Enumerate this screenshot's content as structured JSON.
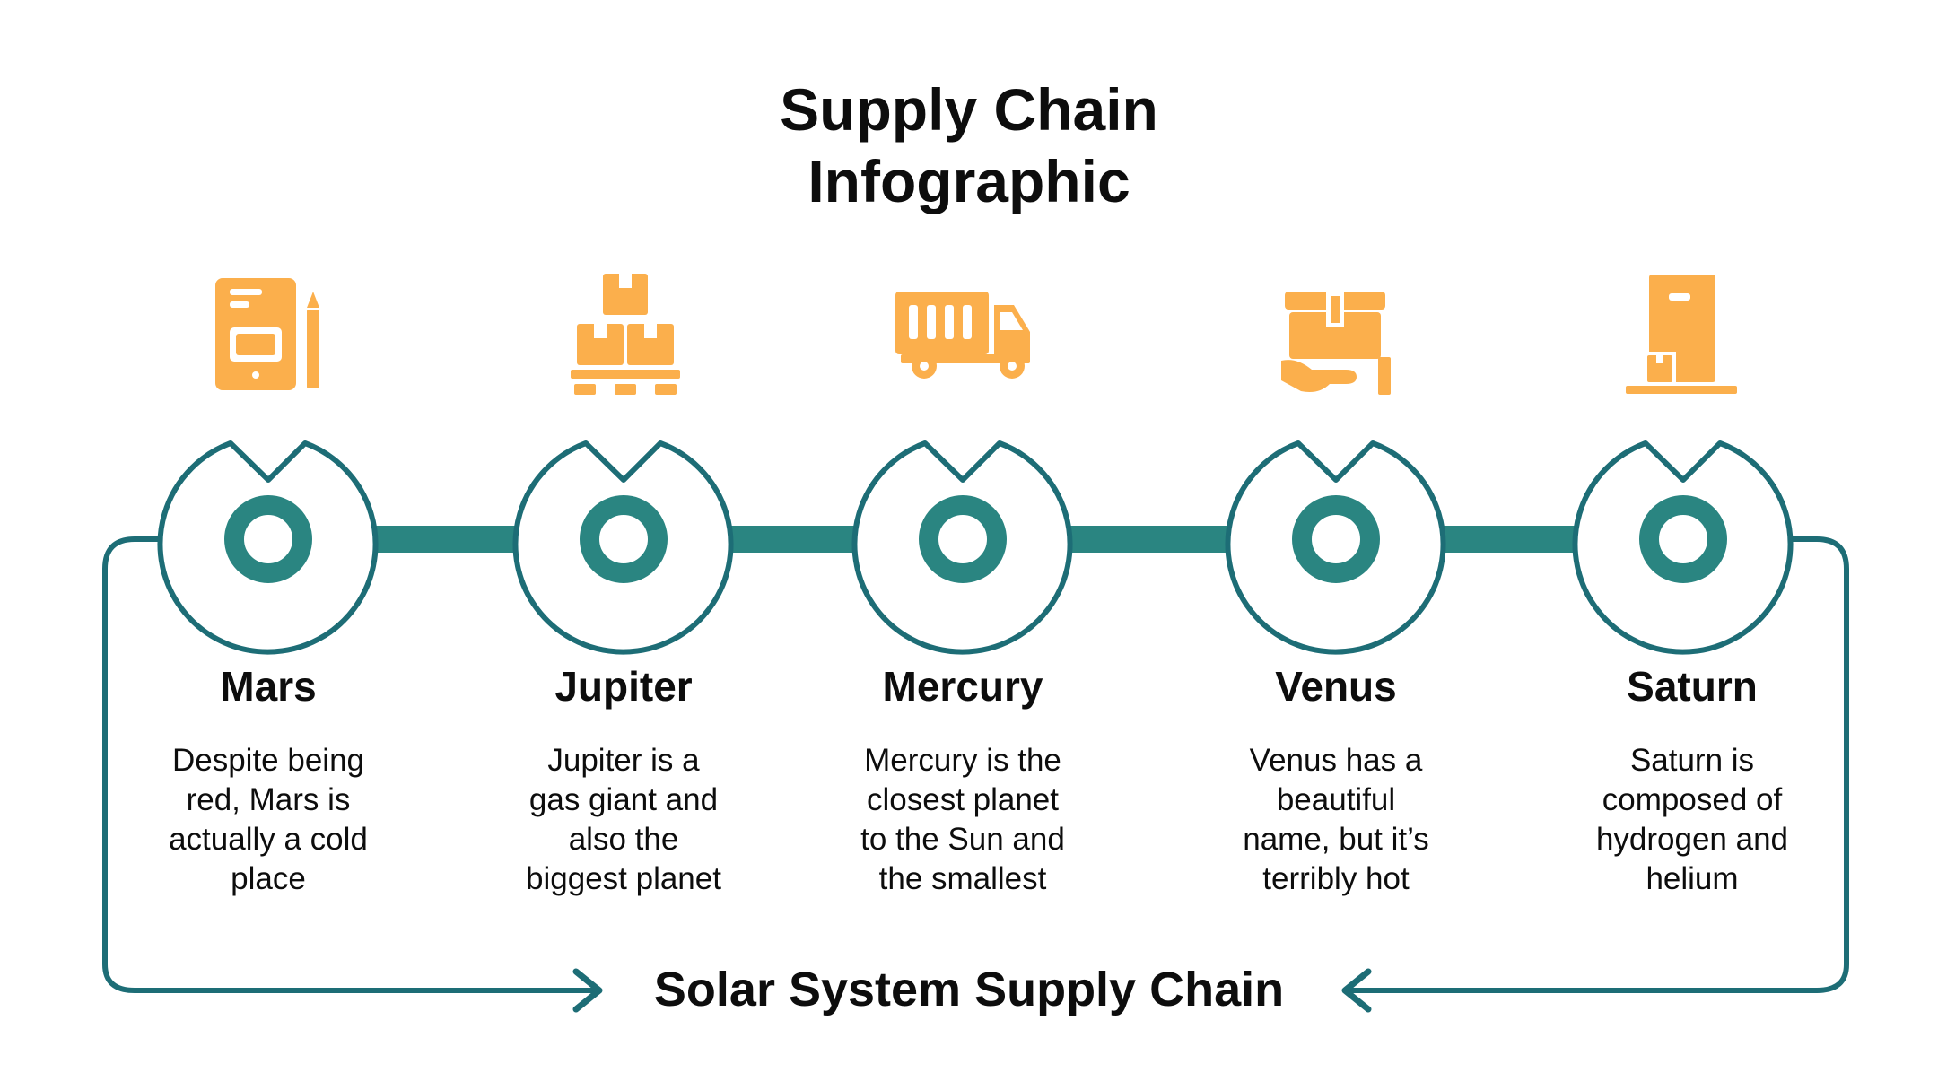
{
  "title": {
    "line1": "Supply Chain",
    "line2": "Infographic"
  },
  "colors": {
    "accent": "#2a8581",
    "ring": "#1d6d76",
    "icon": "#fbaf4c",
    "text": "#0d0d0d"
  },
  "steps": [
    {
      "name": "Mars",
      "icon": "tablet-pencil-icon",
      "desc": [
        "Despite being",
        "red, Mars is",
        "actually a cold",
        "place"
      ]
    },
    {
      "name": "Jupiter",
      "icon": "stacked-boxes-pallet-icon",
      "desc": [
        "Jupiter is a",
        "gas giant and",
        "also the",
        "biggest planet"
      ]
    },
    {
      "name": "Mercury",
      "icon": "delivery-truck-icon",
      "desc": [
        "Mercury is the",
        "closest planet",
        "to the Sun and",
        "the smallest"
      ]
    },
    {
      "name": "Venus",
      "icon": "hand-holding-box-icon",
      "desc": [
        "Venus has a",
        "beautiful",
        "name, but it’s",
        "terribly hot"
      ]
    },
    {
      "name": "Saturn",
      "icon": "warehouse-door-icon",
      "desc": [
        "Saturn is",
        "composed of",
        "hydrogen and",
        "helium"
      ]
    }
  ],
  "footer": "Solar System Supply Chain"
}
